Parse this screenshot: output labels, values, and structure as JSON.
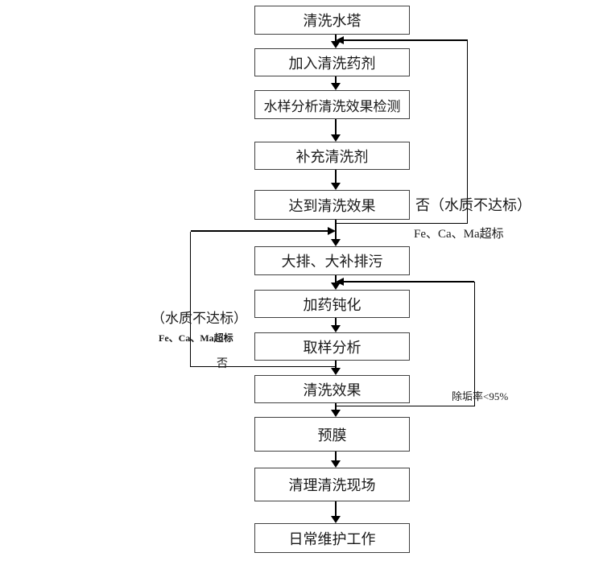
{
  "diagram": {
    "type": "flowchart",
    "background": "#ffffff",
    "line_color": "#000000",
    "box_border_color": "#404040",
    "text_color": "#1a1a1a",
    "nodes": [
      {
        "id": "clean-water-tower",
        "label": "清洗水塔"
      },
      {
        "id": "add-cleaning-agent",
        "label": "加入清洗药剂"
      },
      {
        "id": "water-sample-analysis",
        "label": "水样分析清洗效果检测"
      },
      {
        "id": "replenish-cleaning-agent",
        "label": "补充清洗剂"
      },
      {
        "id": "achieve-cleaning-effect",
        "label": "达到清洗效果"
      },
      {
        "id": "drain-replenish-blowdown",
        "label": "大排、大补排污"
      },
      {
        "id": "dosing-passivation",
        "label": "加药钝化"
      },
      {
        "id": "sampling-analysis",
        "label": "取样分析"
      },
      {
        "id": "cleaning-effect",
        "label": "清洗效果"
      },
      {
        "id": "prefilming",
        "label": "预膜"
      },
      {
        "id": "cleanup-site",
        "label": "清理清洗现场"
      },
      {
        "id": "daily-maintenance",
        "label": "日常维护工作"
      }
    ],
    "annotations": {
      "right_no": "否（水质不达标）",
      "right_exceed": "Fe、Ca、Ma超标",
      "left_fail": "（水质不达标）",
      "left_exceed": "Fe、Ca、Ma超标",
      "left_no": "否",
      "descale_rate": "除垢率<95%"
    },
    "edges": [
      {
        "from": "clean-water-tower",
        "to": "add-cleaning-agent"
      },
      {
        "from": "add-cleaning-agent",
        "to": "water-sample-analysis"
      },
      {
        "from": "water-sample-analysis",
        "to": "replenish-cleaning-agent"
      },
      {
        "from": "replenish-cleaning-agent",
        "to": "achieve-cleaning-effect"
      },
      {
        "from": "achieve-cleaning-effect",
        "to": "drain-replenish-blowdown"
      },
      {
        "from": "achieve-cleaning-effect",
        "to": "add-cleaning-agent",
        "label": "否（水质不达标） Fe、Ca、Ma超标",
        "side": "right"
      },
      {
        "from": "drain-replenish-blowdown",
        "to": "dosing-passivation"
      },
      {
        "from": "dosing-passivation",
        "to": "sampling-analysis"
      },
      {
        "from": "sampling-analysis",
        "to": "cleaning-effect"
      },
      {
        "from": "sampling-analysis",
        "to": "drain-replenish-blowdown",
        "label": "否 （水质不达标） Fe、Ca、Ma超标",
        "side": "left"
      },
      {
        "from": "cleaning-effect",
        "to": "prefilming"
      },
      {
        "from": "cleaning-effect",
        "to": "dosing-passivation",
        "label": "除垢率<95%",
        "side": "right"
      },
      {
        "from": "prefilming",
        "to": "cleanup-site"
      },
      {
        "from": "cleanup-site",
        "to": "daily-maintenance"
      }
    ]
  }
}
